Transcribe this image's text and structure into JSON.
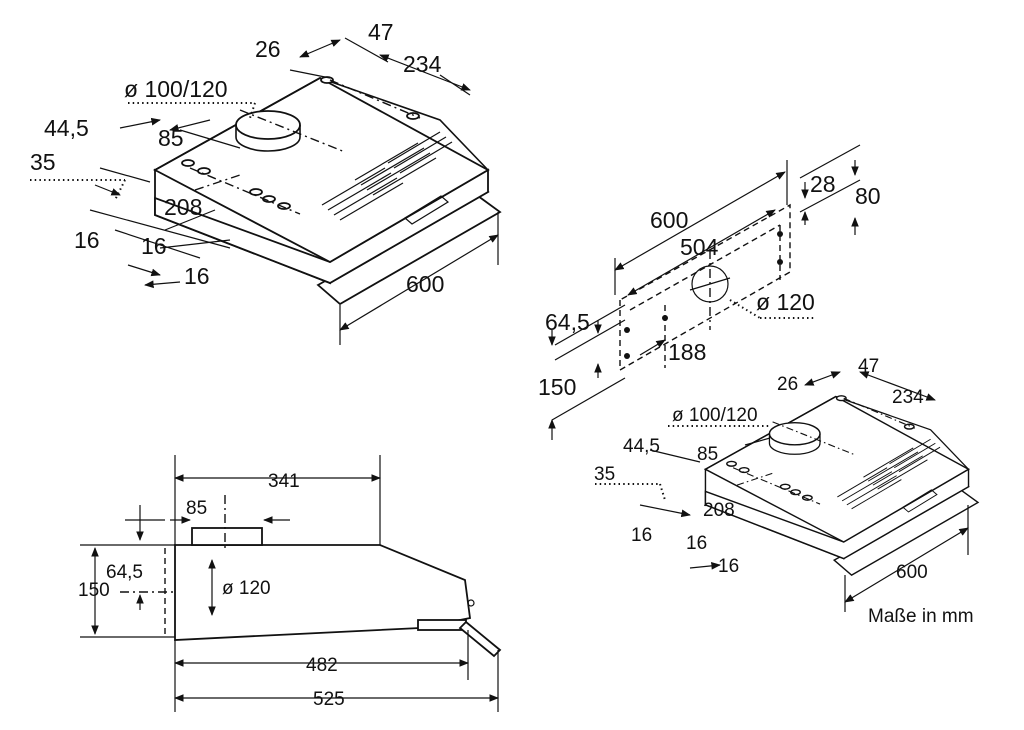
{
  "view_top_left": {
    "dims": {
      "d26": "26",
      "d47": "47",
      "d234": "234",
      "d100_120": "ø 100/120",
      "d44_5": "44,5",
      "d85": "85",
      "d35": "35",
      "d208": "208",
      "d16a": "16",
      "d16b": "16",
      "d16c": "16",
      "d600": "600"
    }
  },
  "view_wall": {
    "dims": {
      "d600": "600",
      "d504": "504",
      "d28": "28",
      "d80": "80",
      "d120": "ø 120",
      "d64_5": "64,5",
      "d188": "188",
      "d150": "150"
    }
  },
  "view_side": {
    "dims": {
      "d341": "341",
      "d85": "85",
      "d64_5": "64,5",
      "d150": "150",
      "d120": "ø 120",
      "d482": "482",
      "d525": "525"
    }
  },
  "view_bottom_right": {
    "dims": {
      "d26": "26",
      "d47": "47",
      "d234": "234",
      "d100_120": "ø 100/120",
      "d44_5": "44,5",
      "d85": "85",
      "d35": "35",
      "d208": "208",
      "d16a": "16",
      "d16b": "16",
      "d16c": "16",
      "d600": "600"
    }
  },
  "units_note": "Maße in mm"
}
